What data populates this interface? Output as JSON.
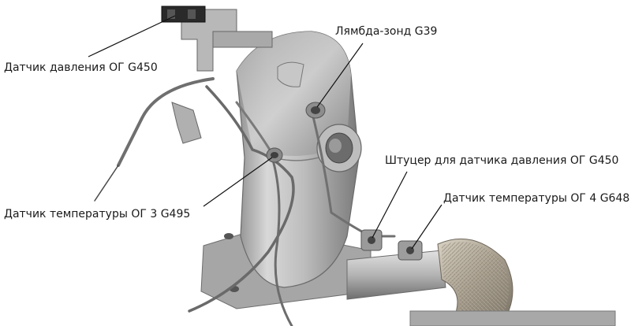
{
  "labels": {
    "pressure_sensor": "Датчик давления ОГ G450",
    "lambda_probe": "Лямбда-зонд G39",
    "pressure_fitting": "Штуцер для датчика давления ОГ G450",
    "temp_sensor_4": "Датчик температуры ОГ 4  G648",
    "temp_sensor_3": "Датчик температуры ОГ 3  G495"
  }
}
